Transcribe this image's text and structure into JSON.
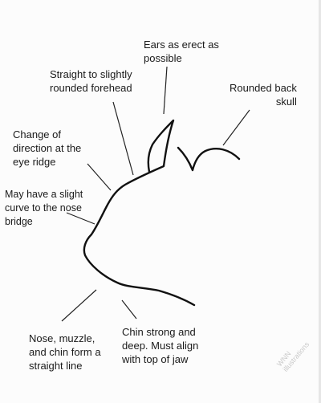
{
  "labels": {
    "ears": [
      "Ears as erect as",
      "possible"
    ],
    "forehead": [
      "Straight to slightly",
      "rounded forehead"
    ],
    "back_skull": [
      "Rounded back",
      "skull"
    ],
    "direction": [
      "Change of",
      "direction at the",
      "eye ridge"
    ],
    "nose_bridge": [
      "May have a slight",
      "curve to the nose",
      "bridge"
    ],
    "nose_muzzle_chin": [
      "Nose, muzzle,",
      "and chin form a",
      "straight line"
    ],
    "chin": [
      "Chin strong and",
      "deep. Must align",
      "with top of jaw"
    ]
  },
  "watermark": [
    "WNN",
    "illustrations"
  ],
  "colors": {
    "outline": "#111111",
    "pointer": "#222222",
    "text": "#1a1a1a",
    "background": "#fcfcfc"
  }
}
